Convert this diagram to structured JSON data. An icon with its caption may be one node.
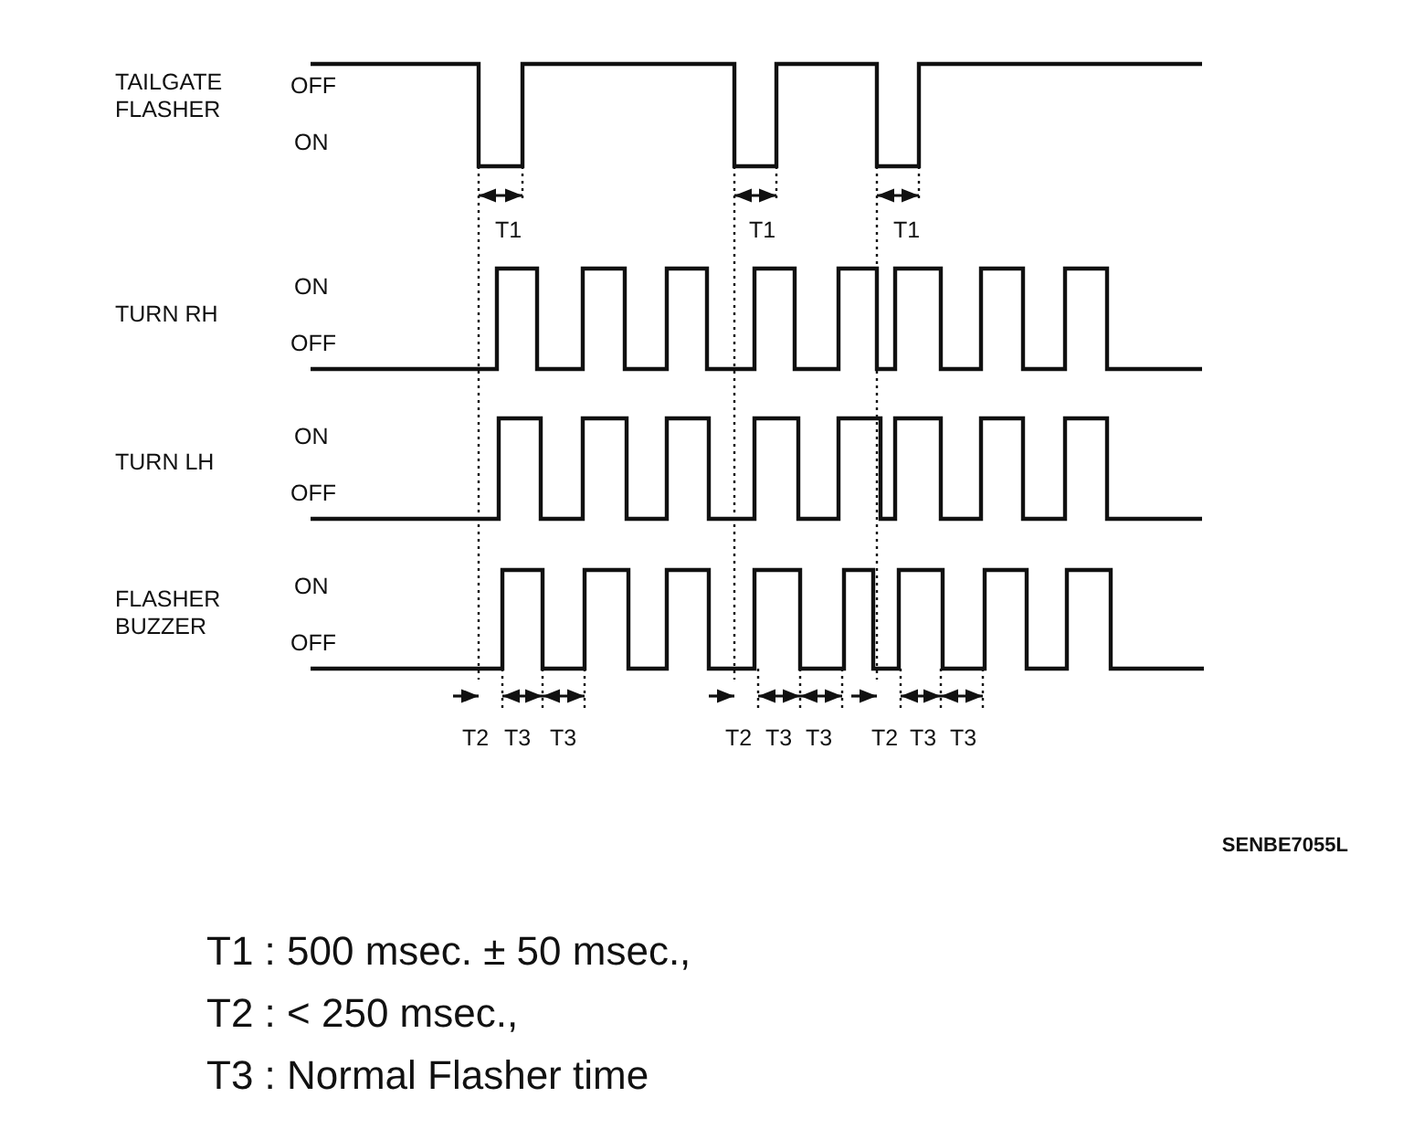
{
  "diagram": {
    "labels": [
      "TAILGATE FLASHER",
      "OFF",
      "ON",
      "T1",
      "T1",
      "T1",
      "ON",
      "TURN RH",
      "OFF",
      "ON",
      "TURN LH",
      "OFF",
      "FLASHER BUZZER",
      "ON",
      "OFF",
      "T2",
      "T3",
      "T3",
      "T2",
      "T3",
      "T3",
      "T2",
      "T3",
      "T3",
      "SENBE7055L",
      "T1 : 500 msec. ± 50 msec.,",
      "T2 : < 250 msec.,",
      "T3 : Normal Flasher time"
    ]
  }
}
